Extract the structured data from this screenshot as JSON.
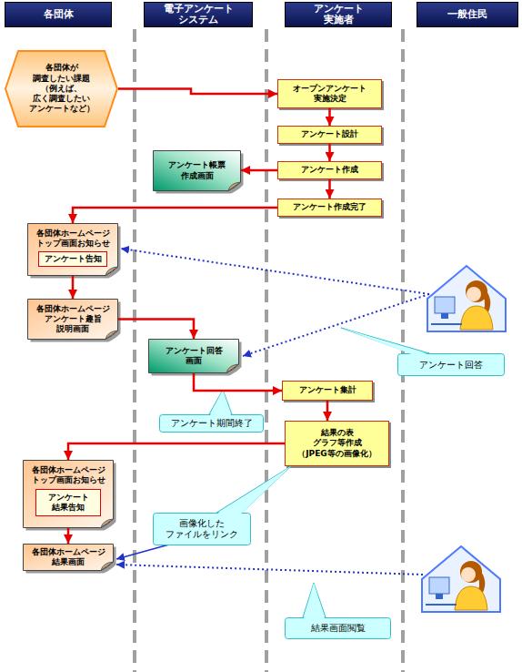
{
  "diagram": {
    "nodes": [
      {
        "text": [
          "各団体"
        ]
      },
      {
        "text": [
          "電子アンケート システム"
        ]
      },
      {
        "text": [
          "アンケート 実施者"
        ]
      },
      {
        "text": [
          "一般住民"
        ]
      },
      {
        "text": [
          "各団体が 調査したい課題 （例えば、広く調査したい アンケートなど）"
        ]
      },
      {
        "text": [
          "オープンアンケート 実施決定"
        ]
      },
      {
        "text": [
          "アンケート設計"
        ]
      },
      {
        "text": [
          "アンケート作成"
        ]
      },
      {
        "text": [
          "アンケート帳票 作成画面"
        ]
      },
      {
        "text": [
          "アンケート作成完了"
        ]
      },
      {
        "text": [
          "各団体ホームページ トップ画面お知らせ"
        ]
      },
      {
        "text": [
          "アンケート告知"
        ],
        "in": 10
      },
      {
        "text": [
          "各団体ホームページ アンケート趣旨 説明画面"
        ]
      },
      {
        "text": [
          "アンケート回答 画面"
        ]
      },
      {
        "text": [
          "アンケート集計"
        ]
      },
      {
        "text": [
          "結果の表 グラフ等作成 （JPEG等の画像化）"
        ]
      },
      {
        "text": [
          "各団体ホームページ トップ画面お知らせ"
        ]
      },
      {
        "text": [
          "アンケート 結果告知"
        ],
        "in": 16
      },
      {
        "text": [
          "各団体ホームページ 結果画面"
        ]
      },
      {
        "text": [
          "アンケート回答"
        ]
      },
      {
        "text": [
          "アンケート期間終了"
        ]
      },
      {
        "text": [
          "画像化した ファイルをリンク"
        ]
      },
      {
        "text": [
          "結果画面閲覧"
        ]
      }
    ],
    "edges": [
      {
        "from": 4,
        "to": 5,
        "arrow": "to"
      },
      {
        "from": 5,
        "to": 6,
        "arrow": "to"
      },
      {
        "from": 6,
        "to": 7,
        "arrow": "to"
      },
      {
        "from": 7,
        "to": 8,
        "arrow": "to"
      },
      {
        "from": 7,
        "to": 9,
        "arrow": "to"
      },
      {
        "from": 9,
        "to": 10,
        "arrow": "to"
      },
      {
        "from": 10,
        "to": 12,
        "arrow": "to"
      },
      {
        "from": 12,
        "to": 13,
        "arrow": "to"
      },
      {
        "from": 13,
        "to": 14,
        "arrow": "to"
      },
      {
        "from": 14,
        "to": 15,
        "arrow": "to"
      },
      {
        "from": 15,
        "to": 16,
        "arrow": "to"
      },
      {
        "from": 16,
        "to": 18,
        "arrow": "to"
      }
    ]
  }
}
